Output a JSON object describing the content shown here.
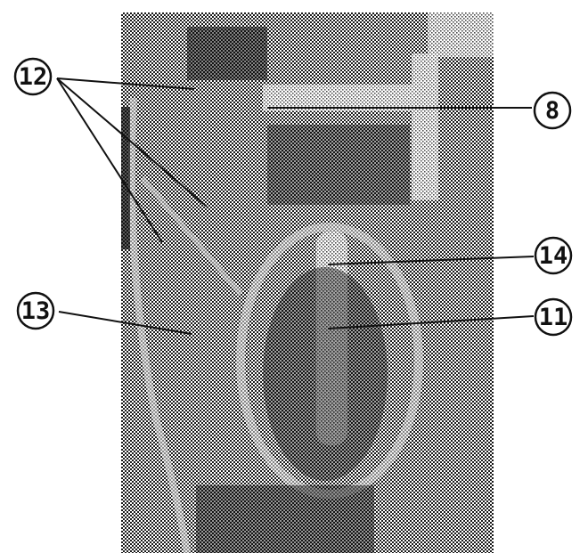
{
  "figure": {
    "callouts": [
      {
        "id": "c12",
        "label": "12"
      },
      {
        "id": "c8",
        "label": "8"
      },
      {
        "id": "c14",
        "label": "14"
      },
      {
        "id": "c13",
        "label": "13"
      },
      {
        "id": "c11",
        "label": "11"
      }
    ]
  },
  "colors": {
    "ink": "#111111",
    "photo_dark": "#2a2a2a",
    "photo_mid": "#7a7a7a",
    "photo_light": "#d6d6d6",
    "background": "#ffffff"
  }
}
